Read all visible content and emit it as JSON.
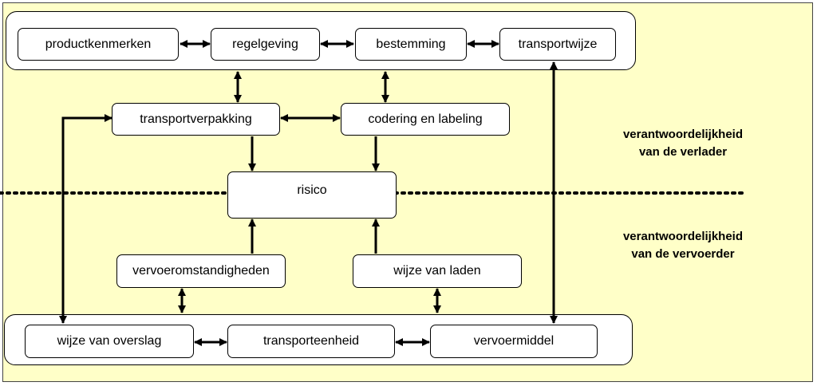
{
  "nodes": {
    "productkenmerken": "productkenmerken",
    "regelgeving": "regelgeving",
    "bestemming": "bestemming",
    "transportwijze": "transportwijze",
    "transportverpakking": "transportverpakking",
    "codering_labeling": "codering en labeling",
    "risico": "risico",
    "vervoeromstandigheden": "vervoeromstandigheden",
    "wijze_van_laden": "wijze van laden",
    "wijze_van_overslag": "wijze van overslag",
    "transporteenheid": "transporteenheid",
    "vervoermiddel": "vervoermiddel"
  },
  "responsibility": {
    "shipper": [
      "verantwoordelijkheid",
      "van de verlader"
    ],
    "carrier": [
      "verantwoordelijkheid",
      "van de vervoerder"
    ]
  }
}
